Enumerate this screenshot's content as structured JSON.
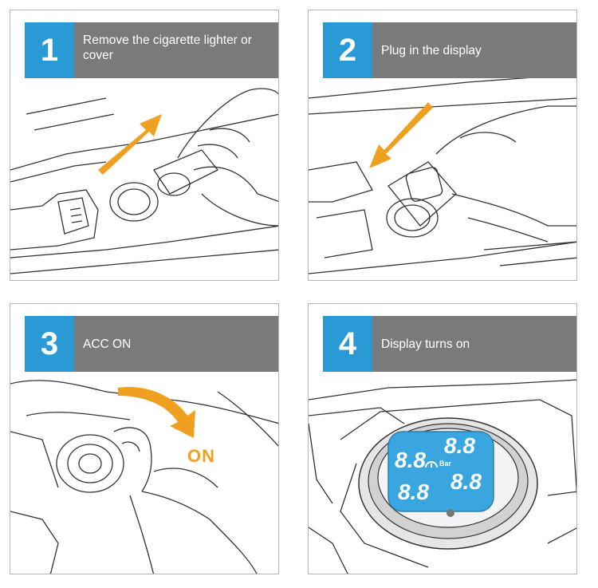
{
  "steps": [
    {
      "number": "1",
      "text": "Remove the cigarette lighter or cover"
    },
    {
      "number": "2",
      "text": "Plug in the display"
    },
    {
      "number": "3",
      "text": "ACC ON"
    },
    {
      "number": "4",
      "text": "Display turns on"
    }
  ],
  "arrow_label": "ON",
  "display": {
    "digits": [
      "8.8",
      "8.8",
      "8.8",
      "8.8"
    ],
    "unit": "Bar"
  },
  "colors": {
    "number_badge": "#2a9ad6",
    "header_bar": "#7a7a7a",
    "arrow": "#f0a020",
    "screen": "#3aa6e0"
  }
}
